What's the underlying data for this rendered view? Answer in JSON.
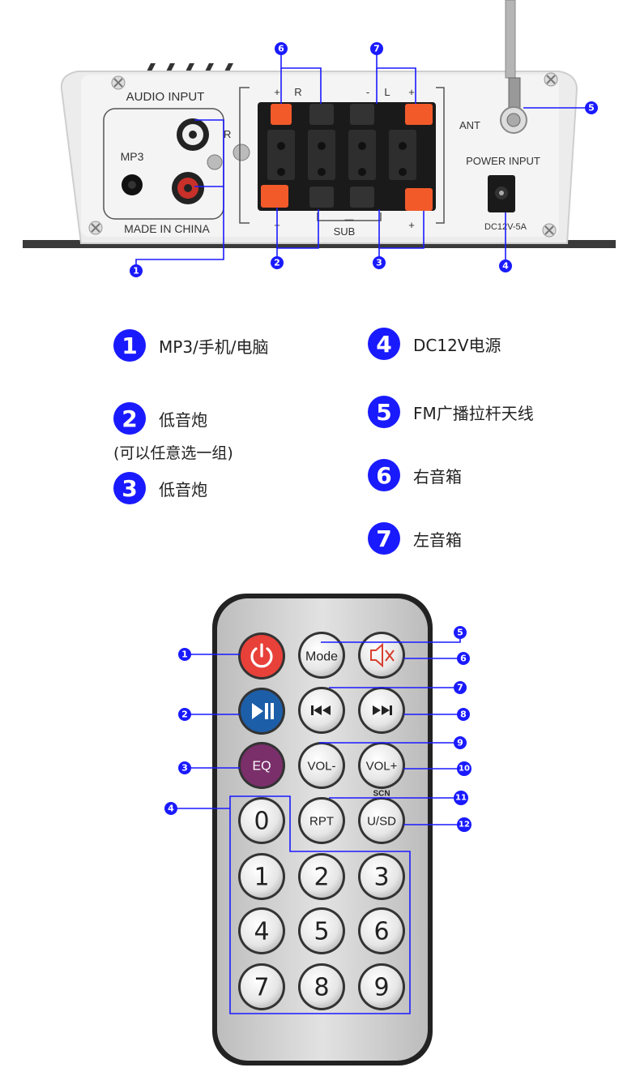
{
  "panel": {
    "audio_input_label": "AUDIO INPUT",
    "mp3_label": "MP3",
    "made_in_label": "MADE IN CHINA",
    "r_side_label": "R",
    "r_label": "R",
    "l_label": "L",
    "plus_label": "+",
    "minus_label": "-",
    "sub_label": "SUB",
    "sub_minus_label": "—",
    "ant_label": "ANT",
    "power_input_label": "POWER INPUT",
    "dc_label": "DC12V-5A",
    "callouts": [
      "1",
      "2",
      "3",
      "4",
      "5",
      "6",
      "7"
    ]
  },
  "legend": {
    "items": [
      {
        "num": "1",
        "text": "MP3/手机/电脑"
      },
      {
        "num": "2",
        "text": "低音炮"
      },
      {
        "num": "3",
        "text": "低音炮"
      },
      {
        "num": "4",
        "text": "DC12V电源"
      },
      {
        "num": "5",
        "text": "FM广播拉杆天线"
      },
      {
        "num": "6",
        "text": "右音箱"
      },
      {
        "num": "7",
        "text": "左音箱"
      }
    ],
    "note": "(可以任意选一组)"
  },
  "remote": {
    "buttons": {
      "mode": "Mode",
      "eq": "EQ",
      "vol_minus": "VOL-",
      "vol_plus": "VOL+",
      "scn": "SCN",
      "rpt": "RPT",
      "usd": "U/SD",
      "digits": [
        "0",
        "1",
        "2",
        "3",
        "4",
        "5",
        "6",
        "7",
        "8",
        "9"
      ]
    },
    "callouts": [
      "1",
      "2",
      "3",
      "4",
      "5",
      "6",
      "7",
      "8",
      "9",
      "10",
      "11",
      "12"
    ]
  },
  "colors": {
    "callout": "#1a1aff",
    "power_button": "#e8413a",
    "play_button": "#1d5ea8",
    "eq_button": "#7a2f6a",
    "terminal_red": "#f25a2a"
  }
}
